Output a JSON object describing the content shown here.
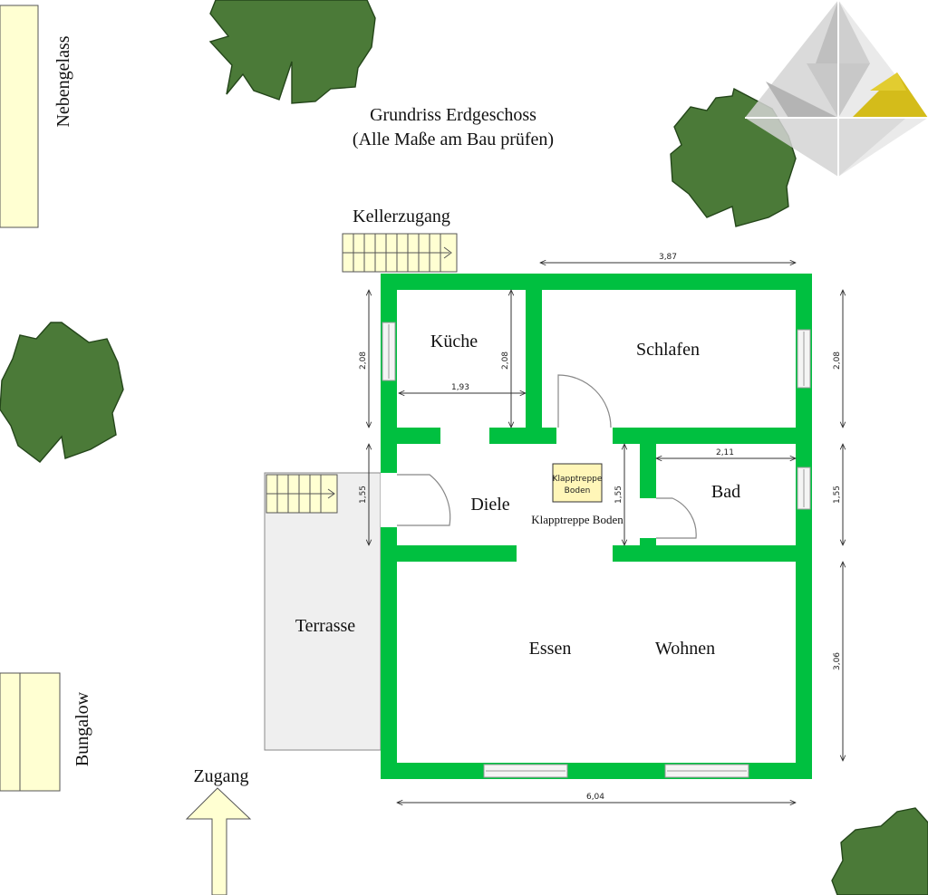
{
  "title": {
    "line1": "Grundriss Erdgeschoss",
    "line2": "(Alle Maße am Bau prüfen)"
  },
  "rooms": {
    "kueche": "Küche",
    "schlafen": "Schlafen",
    "diele": "Diele",
    "bad": "Bad",
    "essen": "Essen",
    "wohnen": "Wohnen",
    "terrasse": "Terrasse"
  },
  "labels": {
    "kellerzugang": "Kellerzugang",
    "nebengelass": "Nebengelass",
    "bungalow": "Bungalow",
    "zugang": "Zugang",
    "klapptreppe_box_line1": "Klapptreppe",
    "klapptreppe_box_line2": "Boden",
    "klapptreppe_caption": "Klapptreppe Boden"
  },
  "dimensions": {
    "top_width": "3,87",
    "kitchen_width": "1,93",
    "bath_width": "2,11",
    "bottom_width": "6,04",
    "left_kitchen_height": "2,08",
    "kitchen_inner_height": "2,08",
    "right_upper_height": "2,08",
    "left_hall_height": "1,55",
    "hall_inner_height": "1,55",
    "right_bath_height": "1,55",
    "right_living_height": "3,06"
  },
  "colors": {
    "wall": "#00c040",
    "annex_fill": "#ffffd2",
    "tree": "#4b7a38",
    "terrace": "#efefef"
  }
}
